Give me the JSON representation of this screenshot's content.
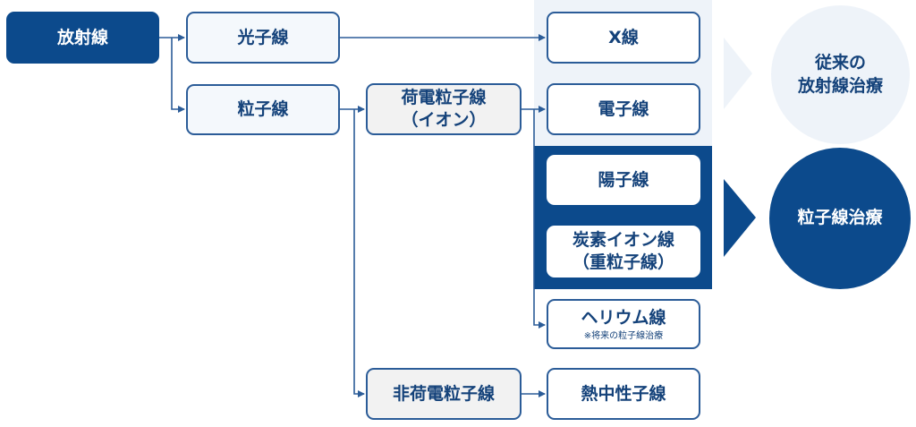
{
  "nodes": {
    "radiation": "放射線",
    "photon": "光子線",
    "particle": "粒子線",
    "charged_line1": "荷電粒子線",
    "charged_line2": "（イオン）",
    "xray": "X線",
    "electron": "電子線",
    "proton": "陽子線",
    "carbon_line1": "炭素イオン線",
    "carbon_line2": "（重粒子線）",
    "helium": "ヘリウム線",
    "helium_note": "※将来の粒子線治療",
    "uncharged": "非荷電粒子線",
    "neutron": "熱中性子線"
  },
  "outcomes": {
    "conventional_line1": "従来の",
    "conventional_line2": "放射線治療",
    "particle_therapy": "粒子線治療"
  },
  "colors": {
    "dark_blue": "#0c4a8c",
    "line_blue": "#2b5c98",
    "light_panel": "#eef3f9",
    "grey_box": "#f2f2f2"
  }
}
